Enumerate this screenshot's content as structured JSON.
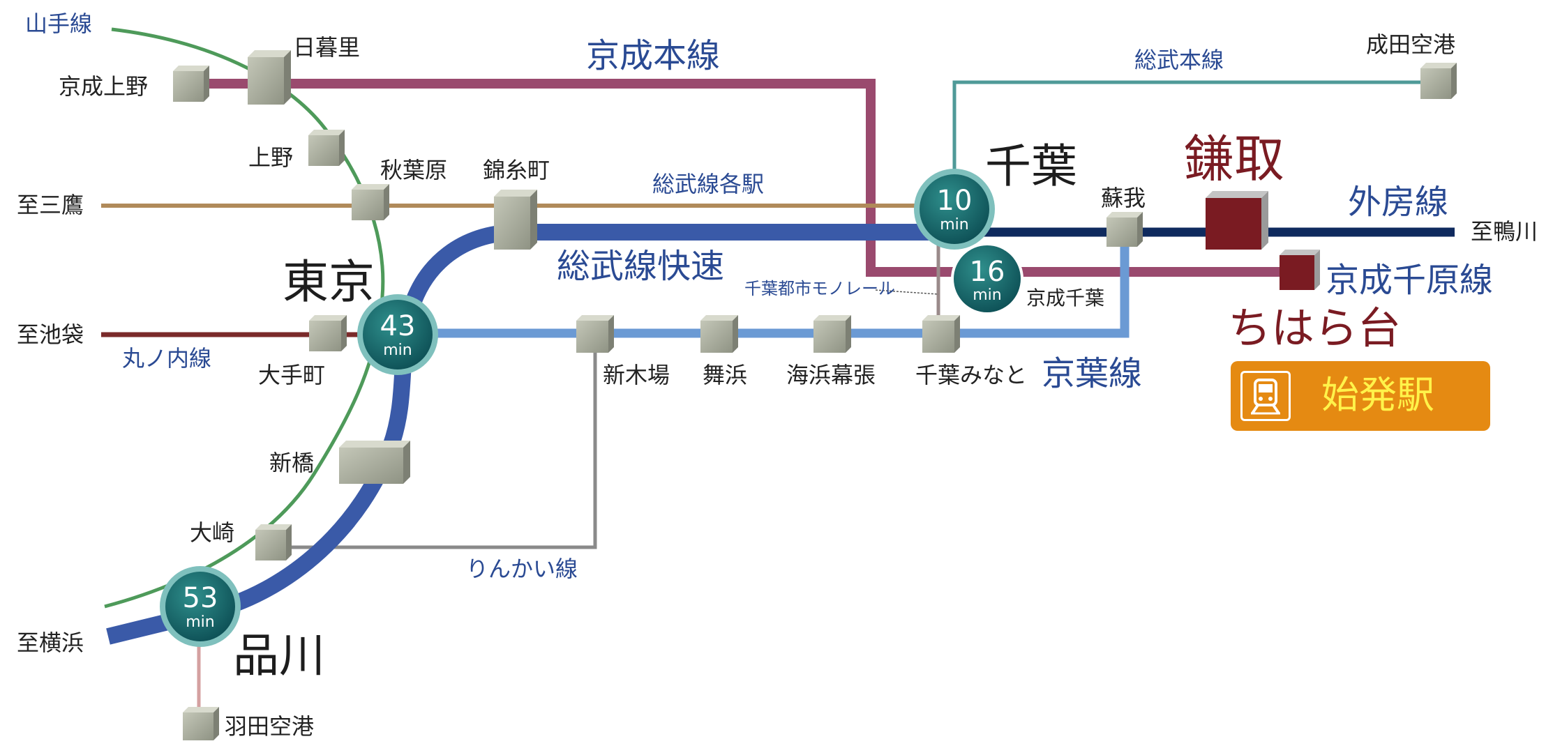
{
  "lines": {
    "yamanote": "山手線",
    "keisei_main": "京成本線",
    "sobu_main": "総武本線",
    "sobu_local": "総武線各駅",
    "sobu_rapid": "総武線快速",
    "sotobo": "外房線",
    "keisei_chihara": "京成千原線",
    "marunouchi": "丸ノ内線",
    "keiyo": "京葉線",
    "rinkai": "りんかい線",
    "monorail": "千葉都市モノレール"
  },
  "stations": {
    "nippori": "日暮里",
    "keisei_ueno": "京成上野",
    "ueno": "上野",
    "akihabara": "秋葉原",
    "kinshicho": "錦糸町",
    "tokyo": "東京",
    "otemachi": "大手町",
    "shimbashi": "新橋",
    "osaki": "大崎",
    "shinagawa": "品川",
    "haneda": "羽田空港",
    "shinkiba": "新木場",
    "maihama": "舞浜",
    "kaihin_makuhari": "海浜幕張",
    "chiba_minato": "千葉みなと",
    "chiba": "千葉",
    "keisei_chiba": "京成千葉",
    "soga": "蘇我",
    "kamatori": "鎌取",
    "narita": "成田空港",
    "chiharadai": "ちはら台"
  },
  "directions": {
    "mitaka": "至三鷹",
    "ikebukuro": "至池袋",
    "yokohama": "至横浜",
    "kamogawa": "至鴨川"
  },
  "times": {
    "chiba": "10",
    "keisei_chiba": "16",
    "tokyo": "43",
    "shinagawa": "53",
    "unit": "min"
  },
  "badge": {
    "label": "始発駅",
    "icon": "train-icon"
  },
  "colors": {
    "yamanote": "#4e9a5a",
    "keisei": "#9a4a6e",
    "sobu_main": "#4f9a98",
    "sobu_local": "#b08a5a",
    "sobu_rapid": "#3a5aa8",
    "sotobo": "#0f2a5e",
    "keiyo": "#6b9ad4",
    "marunouchi": "#7a2a2a",
    "rinkai": "#8a8a8a",
    "monorail": "#9a8a8a",
    "haneda_branch": "#d4a0a0",
    "station": "#a8ab9c",
    "accent": "#7a1b22",
    "badge": "#e58a12",
    "hub": "#1a6e6e"
  }
}
